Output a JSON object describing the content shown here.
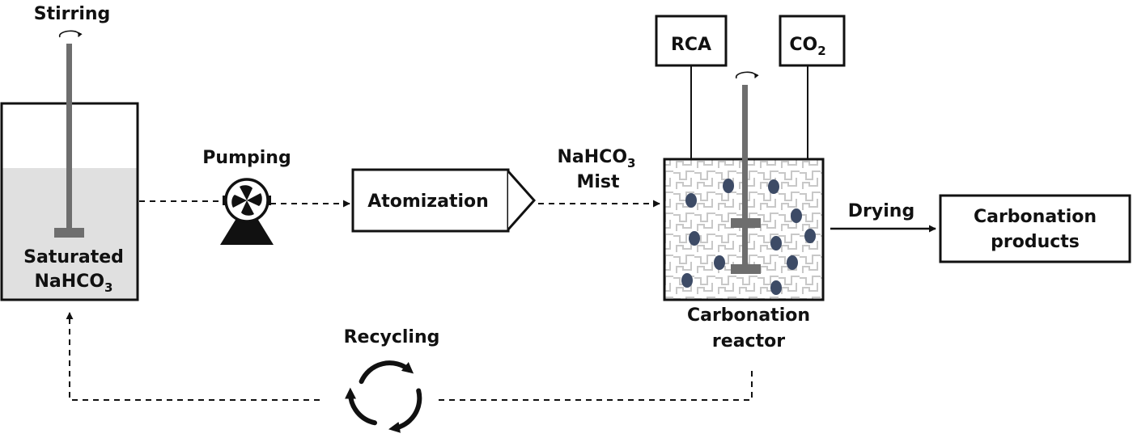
{
  "labels": {
    "stirring": "Stirring",
    "saturated_line1": "Saturated",
    "saturated_line2_main": "NaHCO",
    "saturated_line2_sub": "3",
    "pumping": "Pumping",
    "atomization": "Atomization",
    "mist_line1_main": "NaHCO",
    "mist_line1_sub": "3",
    "mist_line2": "Mist",
    "rca": "RCA",
    "co2_main": "CO",
    "co2_sub": "2",
    "reactor_line1": "Carbonation",
    "reactor_line2": "reactor",
    "drying": "Drying",
    "products_line1": "Carbonation",
    "products_line2": "products",
    "recycling": "Recycling"
  },
  "colors": {
    "line": "#111111",
    "stirrer": "#6e6e6e",
    "solution": "#e0e0e0",
    "particle": "#3d4b66",
    "mesh": "#c8c8c8"
  },
  "icons": [
    "rotation-icon",
    "pump-icon",
    "nozzle-icon",
    "recycle-icon"
  ]
}
